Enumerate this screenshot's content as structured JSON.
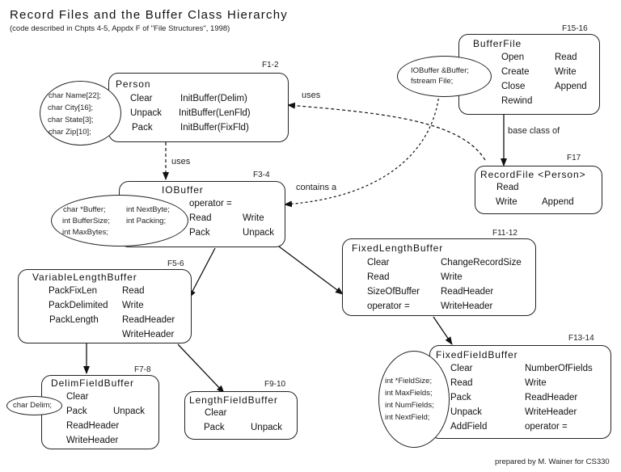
{
  "header": {
    "title": "Record Files and the Buffer Class Hierarchy",
    "subtitle": "(code described in Chpts 4-5, Appdx F of \"File Structures\", 1998)"
  },
  "footer": {
    "credit": "prepared by M. Wainer for CS330"
  },
  "relations": {
    "uses_top": "uses",
    "uses_left": "uses",
    "contains": "contains a",
    "base_class": "base class of"
  },
  "classes": {
    "person": {
      "ref": "F1-2",
      "name": "Person",
      "methods": [
        "Clear",
        "Unpack",
        "Pack",
        "InitBuffer(Delim)",
        "InitBuffer(LenFld)",
        "InitBuffer(FixFld)"
      ],
      "fields": [
        "char Name[22];",
        "char City[16];",
        "char State[3];",
        "char Zip[10];"
      ]
    },
    "bufferfile": {
      "ref": "F15-16",
      "name": "BufferFile",
      "methods": [
        "Open",
        "Create",
        "Close",
        "Rewind",
        "Read",
        "Write",
        "Append"
      ],
      "fields": [
        "IOBuffer &Buffer;",
        "fstream File;"
      ]
    },
    "recordfile": {
      "ref": "F17",
      "name": "RecordFile <Person>",
      "methods": [
        "Read",
        "Write",
        "Append"
      ]
    },
    "iobuffer": {
      "ref": "F3-4",
      "name": "IOBuffer",
      "methods": [
        "operator =",
        "Read",
        "Write",
        "Pack",
        "Unpack"
      ],
      "fields": [
        "char *Buffer;",
        "int NextByte;",
        "int BufferSize;",
        "int Packing;",
        "int MaxBytes;"
      ]
    },
    "variable": {
      "ref": "F5-6",
      "name": "VariableLengthBuffer",
      "methods": [
        "PackFixLen",
        "PackDelimited",
        "PackLength",
        "Read",
        "Write",
        "ReadHeader",
        "WriteHeader"
      ]
    },
    "fixedlength": {
      "ref": "F11-12",
      "name": "FixedLengthBuffer",
      "methods": [
        "Clear",
        "Read",
        "SizeOfBuffer",
        "operator =",
        "ChangeRecordSize",
        "Write",
        "ReadHeader",
        "WriteHeader"
      ]
    },
    "delim": {
      "ref": "F7-8",
      "name": "DelimFieldBuffer",
      "methods": [
        "Clear",
        "Pack",
        "Unpack",
        "ReadHeader",
        "WriteHeader"
      ],
      "fields": [
        "char Delim;"
      ]
    },
    "lengthfield": {
      "ref": "F9-10",
      "name": "LengthFieldBuffer",
      "methods": [
        "Clear",
        "Pack",
        "Unpack"
      ]
    },
    "fixedfield": {
      "ref": "F13-14",
      "name": "FixedFieldBuffer",
      "methods": [
        "Clear",
        "Read",
        "Pack",
        "Unpack",
        "AddField",
        "NumberOfFields",
        "Write",
        "ReadHeader",
        "WriteHeader",
        "operator ="
      ],
      "fields": [
        "int *FieldSize;",
        "int MaxFields;",
        "int NumFields;",
        "int NextField;"
      ]
    }
  }
}
